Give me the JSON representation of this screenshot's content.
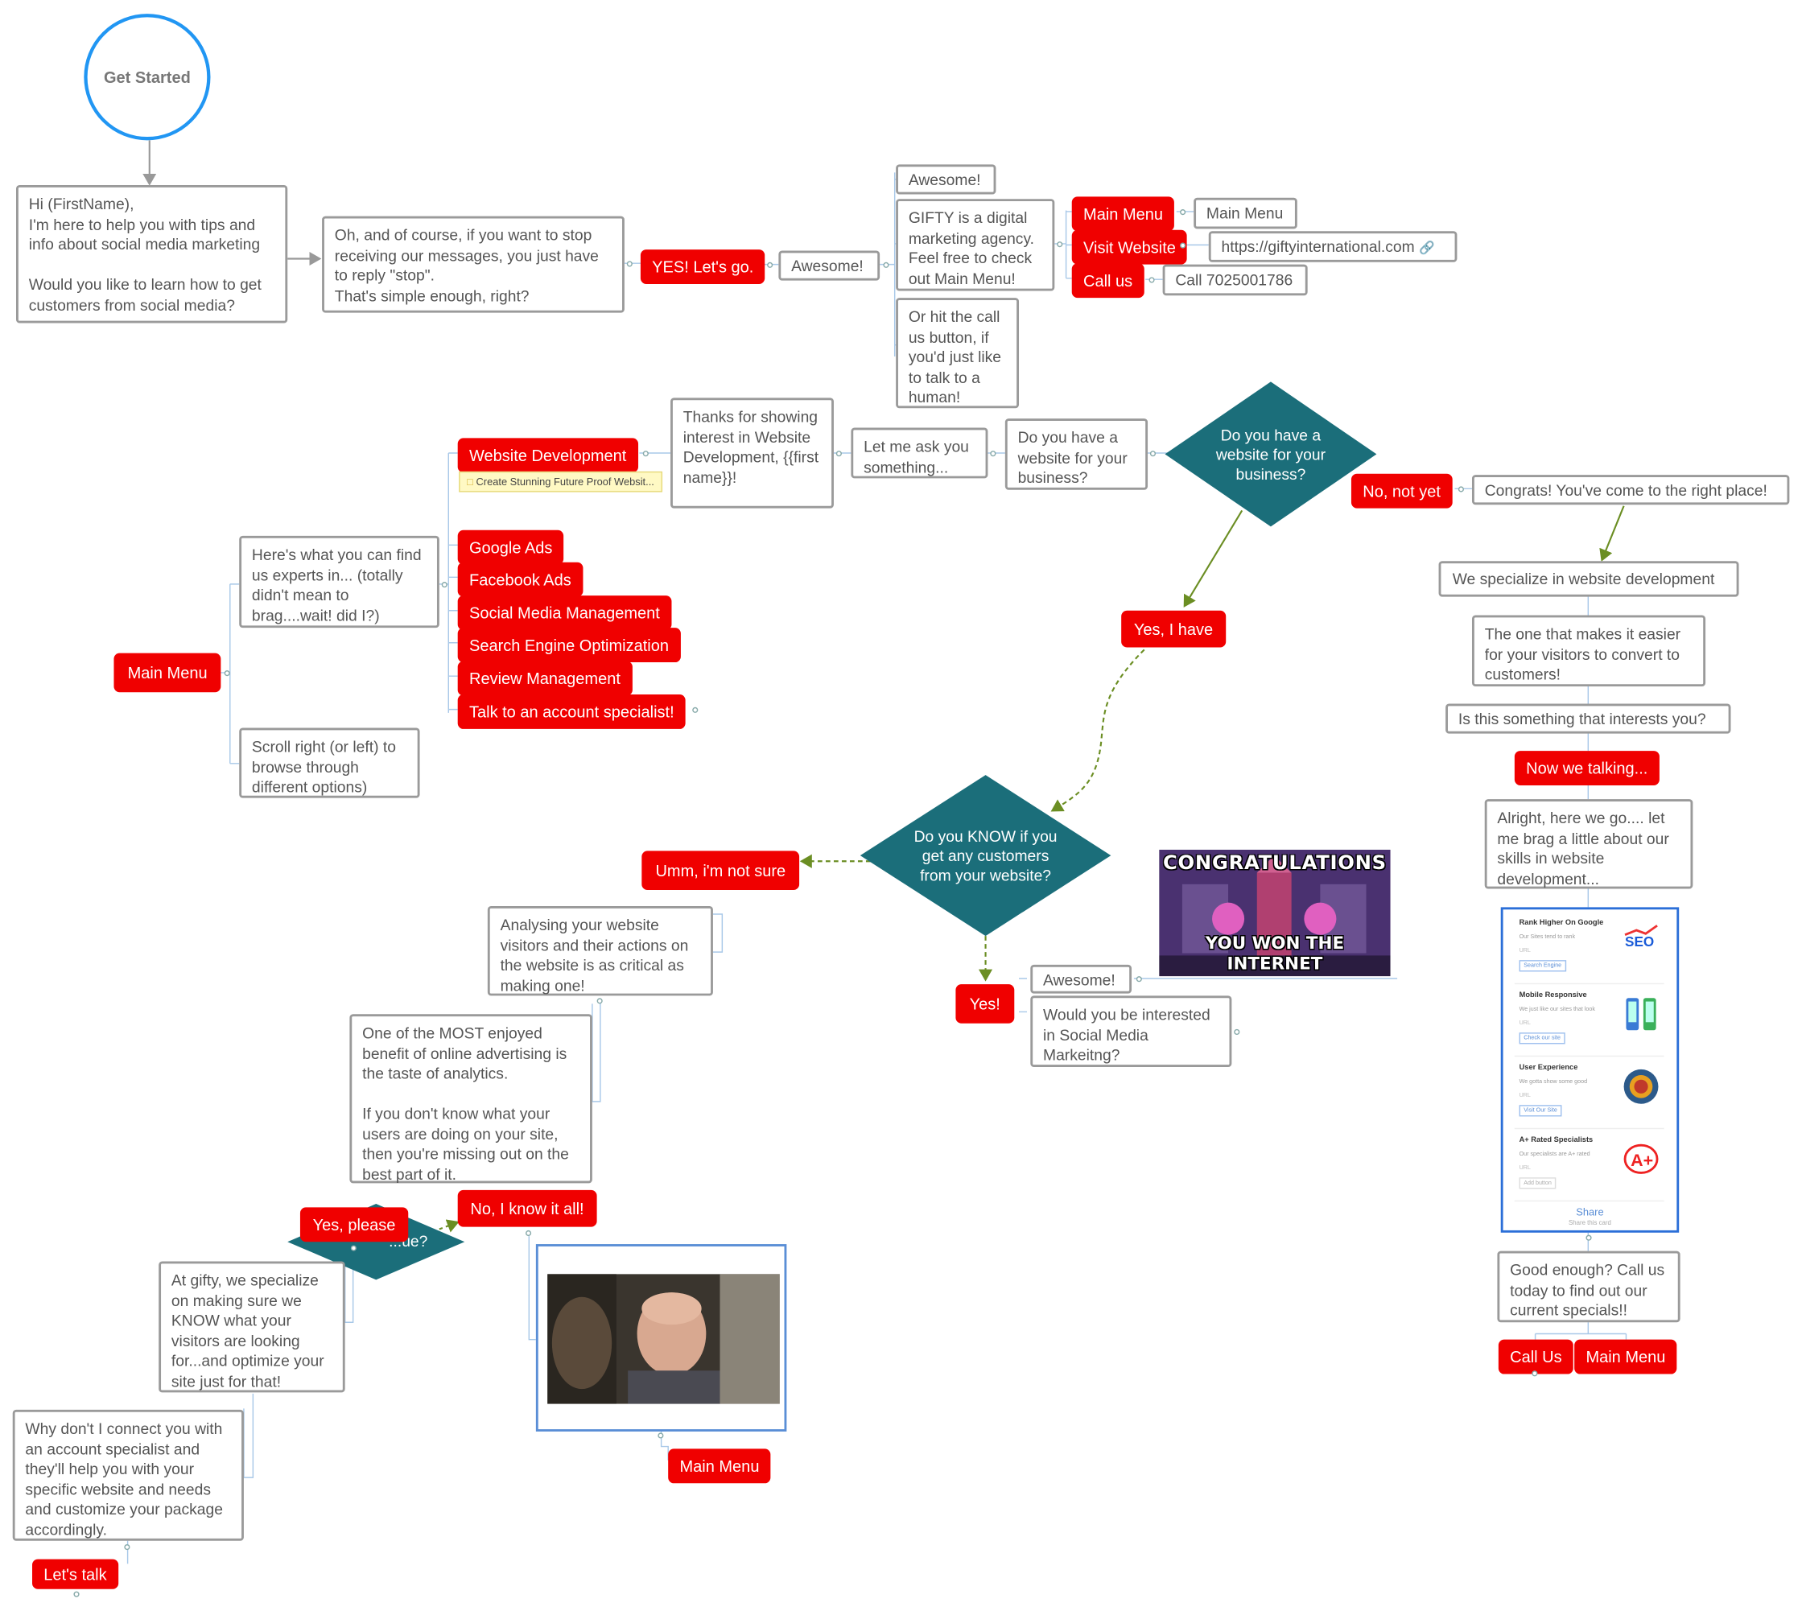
{
  "colors": {
    "button_red": "#f00000",
    "diamond_teal": "#1b6e7a",
    "start_blue": "#2196f3",
    "yes_arrow_green": "#6b8e23",
    "connector_blue": "#a8c8e8"
  },
  "start": {
    "label": "Get Started"
  },
  "intro": {
    "greeting": "Hi (FirstName),\nI'm here to help you with tips and info about social media marketing\n\nWould you like to learn how  to get customers from social media?",
    "stop_info": "Oh, and of course, if you want to stop receiving our messages, you just have to reply \"stop\".\nThat's simple enough, right?",
    "yes_button": "YES! Let's go.",
    "awesome_1": "Awesome!",
    "awesome_2": "Awesome!",
    "gifty_text": "GIFTY is a digital marketing agency. Feel free to check out Main Menu!",
    "call_hint": "Or hit the call us button, if you'd just like to talk to a human!",
    "main_menu_button": "Main Menu",
    "main_menu_value": "Main Menu",
    "visit_button": "Visit Website",
    "visit_value": "https://giftyinternational.com",
    "call_button": "Call us",
    "call_value": "Call 7025001786"
  },
  "main_menu": {
    "button": "Main Menu",
    "find_experts": "Here's what you can find us experts in... (totally didn't mean to brag....wait! did I?)",
    "scroll_hint": "Scroll right (or left) to browse through different options)",
    "options": [
      "Website Development",
      "Google Ads",
      "Facebook Ads",
      "Social Media Management",
      "Search Engine Optimization",
      "Review Management",
      "Talk to an account specialist!"
    ],
    "note": "Create Stunning Future Proof Websit..."
  },
  "web_dev": {
    "thanks": "Thanks for showing interest in Website Development, {{first name}}!",
    "let_me_ask": "Let me ask you something...",
    "do_you_have_q": "Do you have a website for your business?",
    "diamond_q": "Do you have a\nwebsite for your\nbusiness?",
    "no_button": "No, not yet",
    "yes_button": "Yes, I have",
    "congrats": "Congrats! You've come to the right place!",
    "specialize": "We specialize in website development",
    "easier": "The one that makes it easier for your visitors to convert to customers!",
    "interest_q": "Is this something that interests you?",
    "now_talking": "Now we talking...",
    "brag": "Alright, here we go.... let me brag a little about our skills in website development...",
    "good_enough": "Good enough? Call us today to find out our current specials!!",
    "call_us": "Call Us",
    "main_menu": "Main Menu"
  },
  "seo_card": {
    "items": [
      {
        "title": "Rank Higher On Google",
        "sub": "Our Sites tend to rank",
        "url": "URL",
        "button": "Search Engine",
        "icon": "seo-icon"
      },
      {
        "title": "Mobile Responsive",
        "sub": "We just like our sites that look",
        "url": "URL",
        "button": "Check our site",
        "icon": "mobile-icon"
      },
      {
        "title": "User Experience",
        "sub": "We gotta show some good",
        "url": "URL",
        "button": "Visit Our Site",
        "icon": "ux-icon"
      },
      {
        "title": "A+ Rated Specialists",
        "sub": "Our specialists are A+ rated",
        "url": "URL",
        "button": "Add button",
        "icon": "a-plus-icon"
      }
    ],
    "share": "Share",
    "share_sub": "Share this card"
  },
  "analytics": {
    "diamond_q": "Do you KNOW if you\nget any customers\nfrom your website?",
    "not_sure": "Umm, i'm not sure",
    "yes": "Yes!",
    "awesome": "Awesome!",
    "social_q": "Would you be interested in Social Media Markeitng?",
    "meme_top": "CONGRATULATIONS",
    "meme_bottom": "YOU WON THE INTERNET",
    "analysing": "Analysing your website visitors and their actions on the website is as critical as making one!",
    "most_enjoyed": "One of the MOST enjoyed benefit of online advertising is the taste of analytics.\n\nIf you don't know what your users are doing on your site, then you're missing out on the best part of it.",
    "continue_q": "...ue?",
    "yes_please": "Yes, please",
    "no_know": "No, I know it all!",
    "main_menu": "Main Menu",
    "gifty_specialize": "At gifty, we specialize on making sure we KNOW what your visitors are looking for...and optimize your site just for that!",
    "connect": "Why don't I connect you with an account specialist and they'll help you with your specific website and needs and customize your package accordingly.",
    "lets_talk": "Let's talk"
  }
}
